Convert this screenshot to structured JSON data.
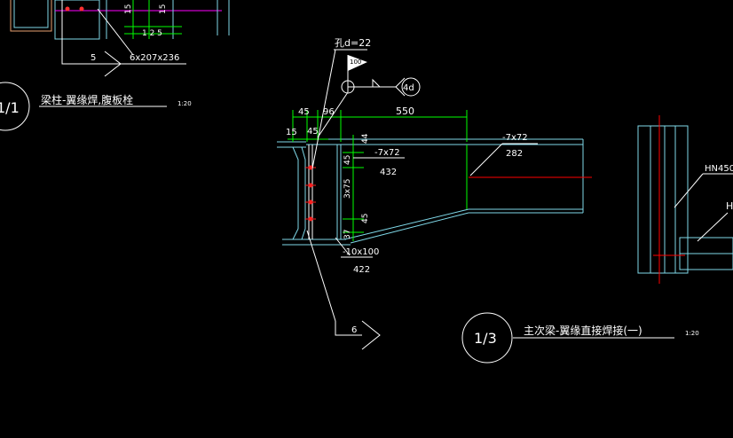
{
  "texts": {
    "hole_dia": "孔d=22",
    "flag_num": "100",
    "weld_4d": "4d",
    "dim_45a": "45",
    "dim_96": "96",
    "dim_45b": "45",
    "dim_15": "15",
    "dim_550": "550",
    "dim_44": "44",
    "dim_45c": "45",
    "dim_3x75": "3x75",
    "dim_45d": "45",
    "dim_37": "37",
    "stiff_spec": "-7x72",
    "stiff_len": "432",
    "web_spec": "-7x72",
    "web_len": "282",
    "bot_spec": "-10x100",
    "bot_len": "422",
    "section_6": "6",
    "detail_num": "1/3",
    "detail_title": "主次梁-翼缘直接焊接(一)",
    "detail_scale": "1:20",
    "left_num": "1/1",
    "left_title": "梁柱-翼缘焊,腹板栓",
    "left_scale": "1:20",
    "top_5": "5",
    "top_spec": "6x207x236",
    "top_15a": "15",
    "top_15b": "15",
    "top_125": "1 2 5",
    "hn_label": "HN450",
    "h_label": "H"
  },
  "colors": {
    "background": "#000000",
    "line_white": "#ffffff",
    "line_cyan": "#7fd8e8",
    "line_green": "#00ff00",
    "line_red": "#ff0000",
    "line_magenta": "#ff00ff"
  }
}
